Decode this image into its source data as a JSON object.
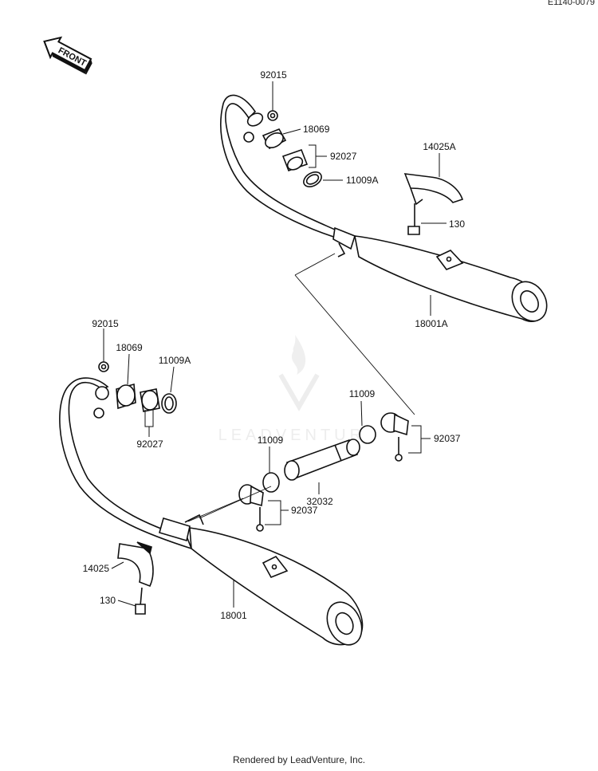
{
  "document": {
    "id": "E1140-0079",
    "footer": "Rendered by LeadVenture, Inc."
  },
  "front_arrow": {
    "label": "FRONT"
  },
  "watermark": {
    "text": "LEADVENTURE"
  },
  "callouts": [
    {
      "label": "92015"
    },
    {
      "label": "18069"
    },
    {
      "label": "92027"
    },
    {
      "label": "11009A"
    },
    {
      "label": "14025A"
    },
    {
      "label": "130"
    },
    {
      "label": "18001A"
    },
    {
      "label": "92015"
    },
    {
      "label": "18069"
    },
    {
      "label": "11009A"
    },
    {
      "label": "92027"
    },
    {
      "label": "11009"
    },
    {
      "label": "92037"
    },
    {
      "label": "11009"
    },
    {
      "label": "32032"
    },
    {
      "label": "92037"
    },
    {
      "label": "14025"
    },
    {
      "label": "130"
    },
    {
      "label": "18001"
    }
  ],
  "colors": {
    "ink": "#111111",
    "paper": "#ffffff",
    "watermark": "#e6e6e6"
  }
}
